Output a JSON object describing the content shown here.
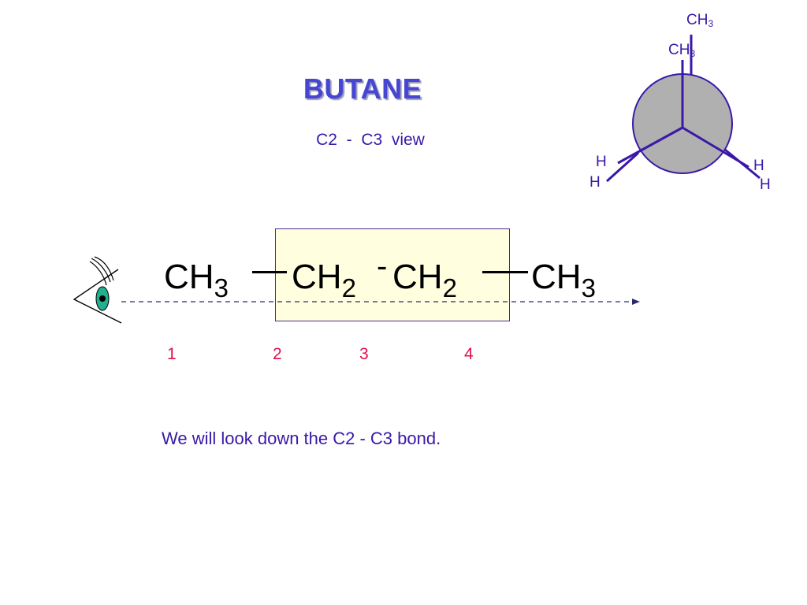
{
  "title": "BUTANE",
  "subtitle": "C2  -  C3  view",
  "formula": {
    "groups": [
      {
        "base": "CH",
        "sub": "3"
      },
      {
        "base": "CH",
        "sub": "2"
      },
      {
        "base": "CH",
        "sub": "2"
      },
      {
        "base": "CH",
        "sub": "3"
      }
    ],
    "bond_short": "-"
  },
  "carbon_numbers": [
    "1",
    "2",
    "3",
    "4"
  ],
  "caption": "We will look down the C2 - C3 bond.",
  "newman": {
    "back_top": {
      "base": "CH",
      "sub": "3"
    },
    "front_top": {
      "base": "CH",
      "sub": "3"
    },
    "left_back_h": "H",
    "left_front_h": "H",
    "right_front_h": "H",
    "right_back_h": "H"
  },
  "colors": {
    "title": "#4646d2",
    "text": "#3a18a8",
    "carbon_numbers": "#e0104a",
    "highlight_fill": "#ffffe0",
    "newman_disk": "#b0b0b0",
    "eye_iris": "#20b090"
  }
}
